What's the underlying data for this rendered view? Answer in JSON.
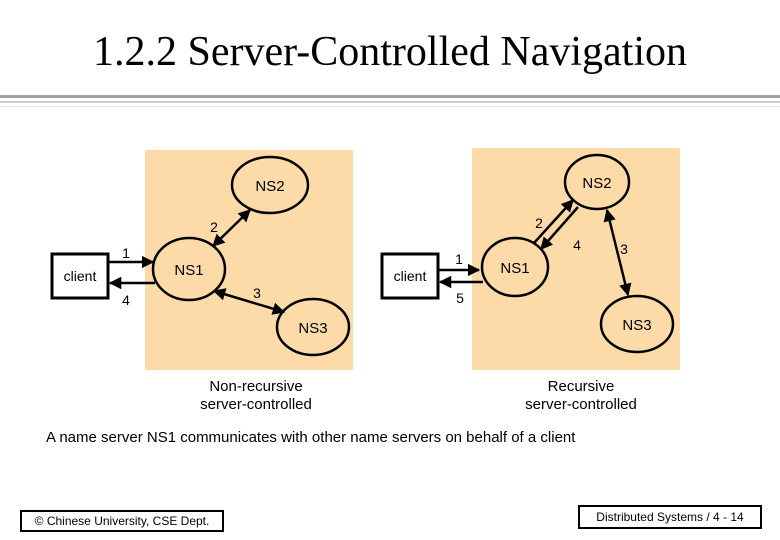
{
  "slide": {
    "title": "1.2.2  Server-Controlled Navigation",
    "description": "A name server NS1 communicates with other name servers on behalf of a client",
    "footer_left": "© Chinese University, CSE Dept.",
    "footer_right": "Distributed Systems / 4 - 14"
  },
  "colors": {
    "panel": "#fcdba8",
    "node_fill": "#fcdba8",
    "stroke": "#000000",
    "rule": "#a0a0a0"
  },
  "non_recursive": {
    "caption_line1": "Non-recursive",
    "caption_line2": "server-controlled",
    "client": "client",
    "ns1": "NS1",
    "ns2": "NS2",
    "ns3": "NS3",
    "step1": "1",
    "step2": "2",
    "step3": "3",
    "step4": "4"
  },
  "recursive": {
    "caption_line1": "Recursive",
    "caption_line2": "server-controlled",
    "client": "client",
    "ns1": "NS1",
    "ns2": "NS2",
    "ns3": "NS3",
    "step1": "1",
    "step2": "2",
    "step3": "3",
    "step4": "4",
    "step5": "5"
  }
}
